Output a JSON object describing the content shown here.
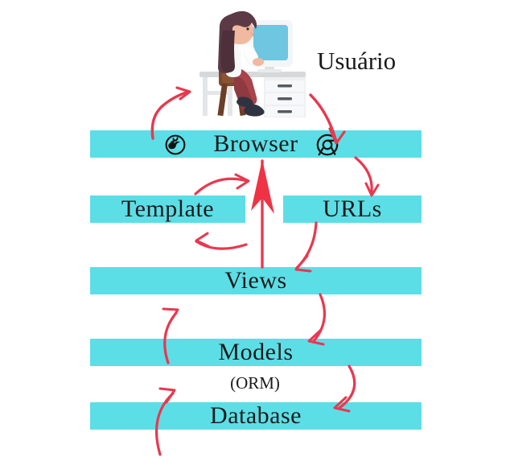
{
  "diagram": {
    "title": "Django request/response flow",
    "accent_color": "#5cdee6",
    "arrow_color": "#e8384f",
    "text_color": "#1a1a1a",
    "background_color": "#ffffff",
    "actor_label": "Usuário",
    "orm_label": "(ORM)",
    "bars": [
      {
        "id": "browser",
        "label": "Browser"
      },
      {
        "id": "template",
        "label": "Template"
      },
      {
        "id": "urls",
        "label": "URLs"
      },
      {
        "id": "views",
        "label": "Views"
      },
      {
        "id": "models",
        "label": "Models"
      },
      {
        "id": "database",
        "label": "Database"
      }
    ],
    "browser_icons": [
      {
        "id": "firefox",
        "name": "firefox-icon"
      },
      {
        "id": "chrome",
        "name": "chrome-icon"
      }
    ],
    "arrows": [
      {
        "id": "browser-to-user",
        "from": "Browser",
        "to": "Usuário"
      },
      {
        "id": "user-to-browser",
        "from": "Usuário",
        "to": "Browser"
      },
      {
        "id": "browser-to-urls",
        "from": "Browser",
        "to": "URLs"
      },
      {
        "id": "urls-to-views",
        "from": "URLs",
        "to": "Views"
      },
      {
        "id": "views-to-template",
        "from": "Views",
        "to": "Template"
      },
      {
        "id": "template-to-views",
        "from": "Template",
        "to": "Views"
      },
      {
        "id": "views-to-browser",
        "from": "Views",
        "to": "Browser"
      },
      {
        "id": "views-to-models",
        "from": "Views",
        "to": "Models"
      },
      {
        "id": "models-to-views",
        "from": "Models",
        "to": "Views"
      },
      {
        "id": "models-to-database",
        "from": "Models",
        "to": "Database"
      },
      {
        "id": "database-to-models",
        "from": "Database",
        "to": "Models"
      }
    ],
    "illustration": {
      "name": "person-at-desk",
      "colors": {
        "hair": "#5b3a45",
        "skin": "#f0b9a0",
        "shirt": "#f5f5f5",
        "pants": "#a8444a",
        "chair": "#7c4a2d",
        "desk": "#d9dcdd",
        "monitor": "#6ec6e0",
        "shoe": "#2f3340"
      }
    }
  }
}
